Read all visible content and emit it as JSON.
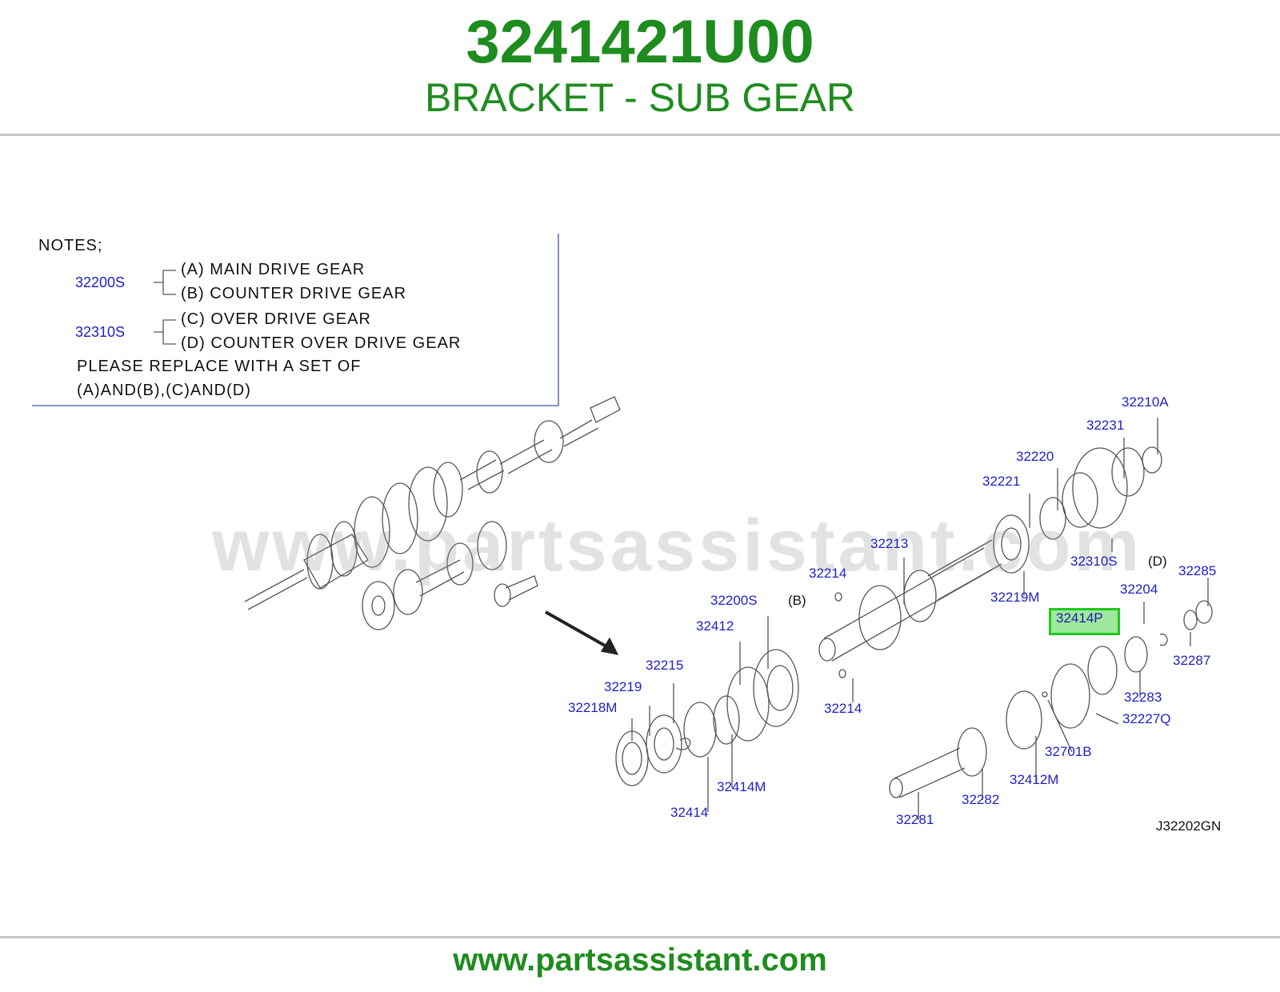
{
  "header": {
    "part_number": "3241421U00",
    "part_name": "BRACKET - SUB GEAR"
  },
  "notes": {
    "title": "NOTES;",
    "groups": [
      {
        "ref": "32200S",
        "items": [
          "(A)  MAIN  DRIVE  GEAR",
          "(B)  COUNTER  DRIVE  GEAR"
        ]
      },
      {
        "ref": "32310S",
        "items": [
          "(C)  OVER  DRIVE  GEAR",
          "(D)  COUNTER  OVER  DRIVE  GEAR"
        ]
      }
    ],
    "instruction_lines": [
      "PLEASE  REPLACE  WITH  A  SET  OF",
      "(A)AND(B),(C)AND(D)"
    ]
  },
  "callouts": {
    "c32210A": "32210A",
    "c32231": "32231",
    "c32220": "32220",
    "c32221": "32221",
    "c32213": "32213",
    "c32310S": "32310S",
    "cD": "(D)",
    "c32285": "32285",
    "c32214a": "32214",
    "c32219M": "32219M",
    "c32204": "32204",
    "c32200S": "32200S",
    "cB": "(B)",
    "c32414P": "32414P",
    "c32412": "32412",
    "c32287": "32287",
    "c32215": "32215",
    "c32283": "32283",
    "c32219": "32219",
    "c32214b": "32214",
    "c32227Q": "32227Q",
    "c32218M": "32218M",
    "c32701B": "32701B",
    "c32414M": "32414M",
    "c32412M": "32412M",
    "c32282": "32282",
    "c32414": "32414",
    "c32281": "32281",
    "diagram_code": "J32202GN"
  },
  "watermark": "www.partsassistant.com",
  "footer": {
    "url": "www.partsassistant.com"
  },
  "colors": {
    "brand_green": "#1f8c1f",
    "callout_blue": "#2020c8",
    "highlight_green": "#1ec81e"
  }
}
